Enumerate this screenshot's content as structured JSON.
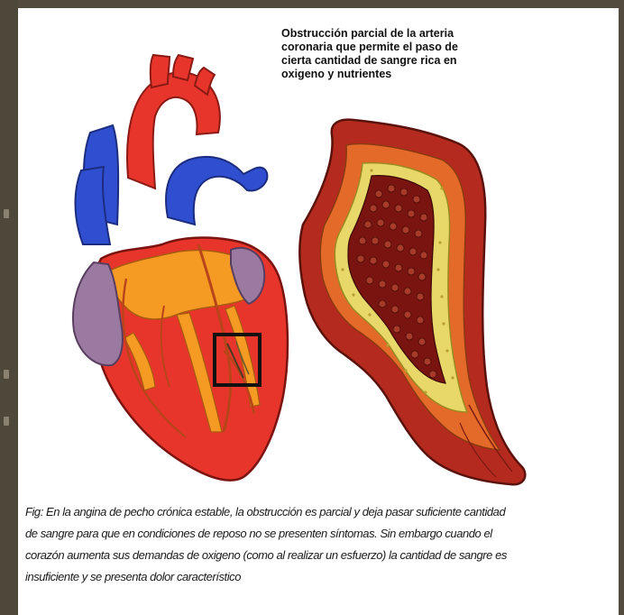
{
  "callout": {
    "line1": "Obstrucción parcial de la arteria",
    "line2": "coronaria que permite el paso de",
    "line3": "cierta cantidad de sangre rica en",
    "line4": "oxigeno y nutrientes"
  },
  "caption": {
    "line1": "Fig: En la angina de pecho crónica estable, la obstrucción es parcial y deja pasar suficiente cantidad",
    "line2": "de sangre para que en condiciones de reposo no se presenten síntomas. Sin embargo cuando el",
    "line3": "corazón aumenta sus demandas de oxigeno (como al realizar un esfuerzo) la cantidad de sangre es",
    "line4": "insuficiente y se presenta dolor característico"
  },
  "icons": [
    "heart-illustration",
    "artery-cross-section-illustration"
  ],
  "colors": {
    "background": "#524b3e",
    "panel": "#ffffff",
    "heart_red": "#e8352c",
    "vein_blue": "#2f4fd0",
    "fat_orange": "#f59a23",
    "atrium_purple": "#9a7aa0",
    "artery_wall": "#b52a1e",
    "plaque_yellow": "#e8d86a",
    "blood_dark": "#7a1410"
  }
}
